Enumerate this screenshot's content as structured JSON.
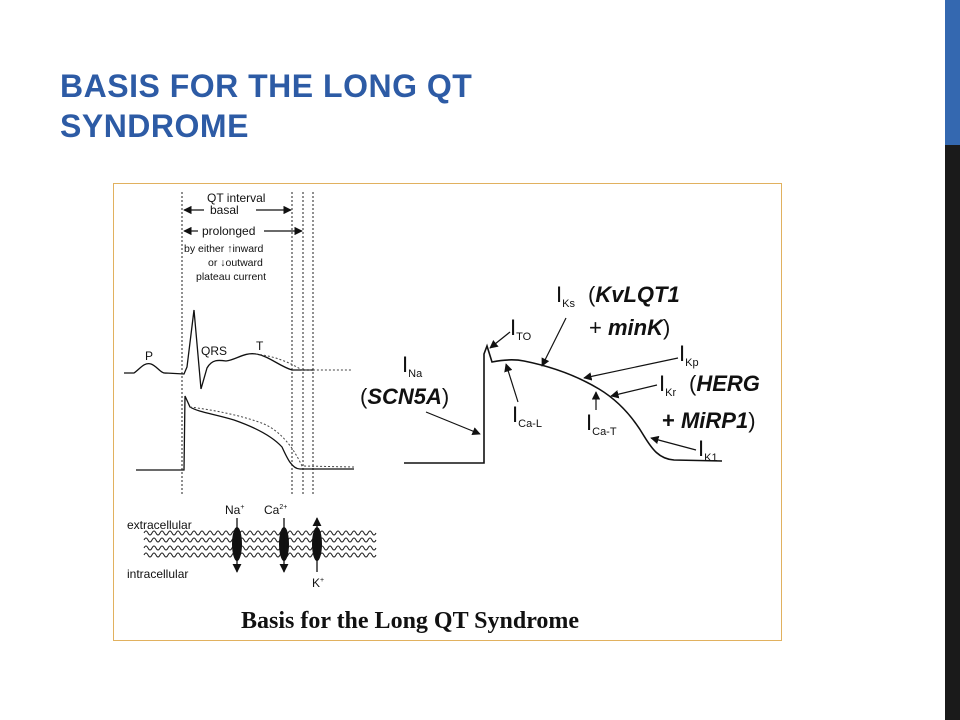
{
  "slide": {
    "title": "Basis for the Long QT Syndrome"
  },
  "figure": {
    "caption": "Basis for the Long QT Syndrome",
    "qt_interval": {
      "title": "QT interval",
      "basal": "basal",
      "prolonged": "prolonged",
      "explanation_line1": "by either ↑inward",
      "explanation_line2": "or ↓outward",
      "explanation_line3": "plateau current"
    },
    "ecg_labels": {
      "p": "P",
      "qrs": "QRS",
      "t": "T"
    },
    "membrane": {
      "extracellular": "extracellular",
      "intracellular": "intracellular",
      "na_ion": "Na",
      "na_charge": "+",
      "ca_ion": "Ca",
      "ca_charge": "2+",
      "k_ion": "K",
      "k_charge": "+"
    },
    "currents": {
      "ina": {
        "main": "I",
        "sub": "Na",
        "gene": "(SCN5A)"
      },
      "ito": {
        "main": "I",
        "sub": "TO"
      },
      "iks": {
        "main": "I",
        "sub": "Ks",
        "gene_line1": "(KvLQT1",
        "gene_line2": "+ minK)"
      },
      "ikp": {
        "main": "I",
        "sub": "Kp"
      },
      "ikr": {
        "main": "I",
        "sub": "Kr",
        "gene_line1": "(HERG",
        "gene_line2": "+ MiRP1)"
      },
      "ical": {
        "main": "I",
        "sub": "Ca-L"
      },
      "icat": {
        "main": "I",
        "sub": "Ca-T"
      },
      "ik1": {
        "main": "I",
        "sub": "K1"
      }
    }
  }
}
